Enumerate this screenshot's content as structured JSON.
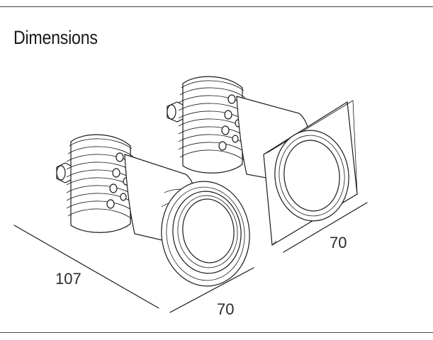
{
  "header": {
    "title": "Dimensions"
  },
  "dimensions": {
    "length": "107",
    "round_width": "70",
    "square_width": "70"
  }
}
